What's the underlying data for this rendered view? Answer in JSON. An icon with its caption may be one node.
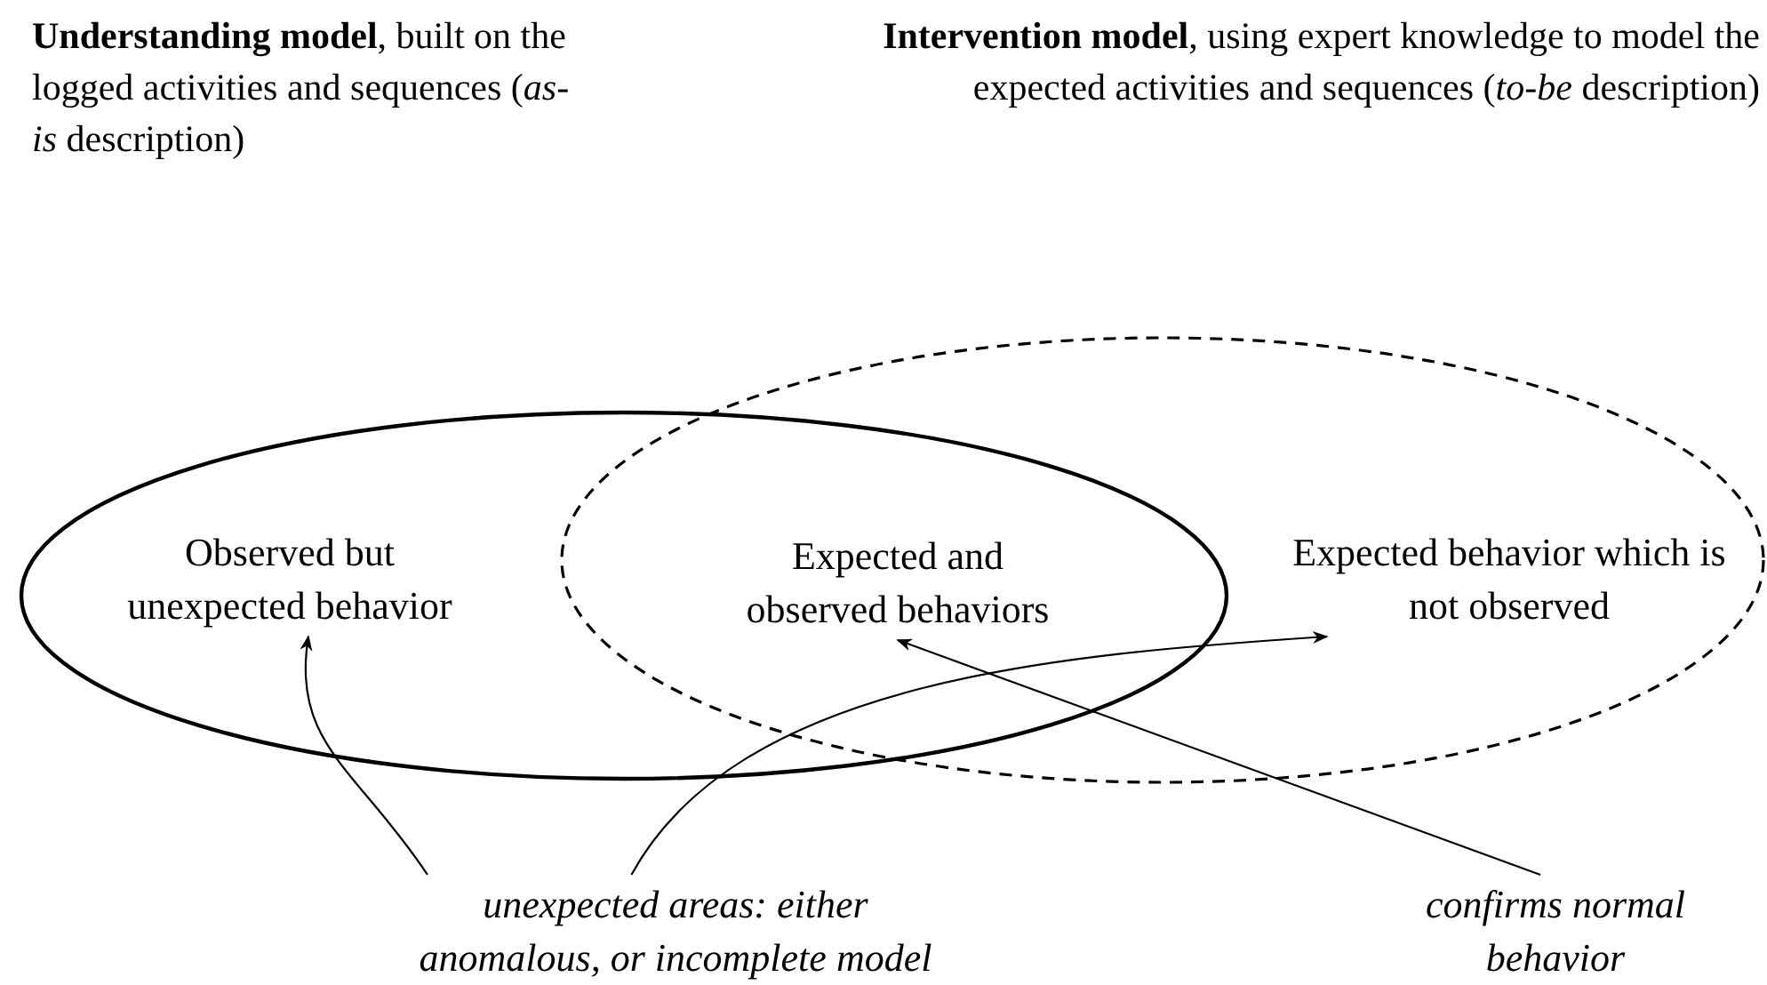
{
  "diagram": {
    "nodes": [
      {
        "text": [],
        "shape": "ellipse"
      },
      {
        "text": [],
        "shape": "ellipse"
      },
      {
        "text": [
          "Observed but unexpected behavior"
        ],
        "in": 0
      },
      {
        "text": [
          "Expected and observed behaviors"
        ]
      },
      {
        "text": [
          "Expected behavior which is not observed"
        ],
        "in": 1
      },
      {
        "text": [
          "unexpected areas: either anomalous, or incomplete model"
        ]
      },
      {
        "text": [
          "confirms normal behavior"
        ]
      }
    ],
    "edges": [
      {
        "from": 5,
        "to": 2,
        "arrow": "to"
      },
      {
        "from": 5,
        "to": 4,
        "arrow": "to"
      },
      {
        "from": 6,
        "to": 3,
        "arrow": "to"
      }
    ],
    "labels": [
      "**Understanding model**, built on the logged activities and sequences (*as-is* description)",
      "**Intervention model**, using expert knowledge to model the expected activities and sequences (*to-be* description)"
    ]
  }
}
